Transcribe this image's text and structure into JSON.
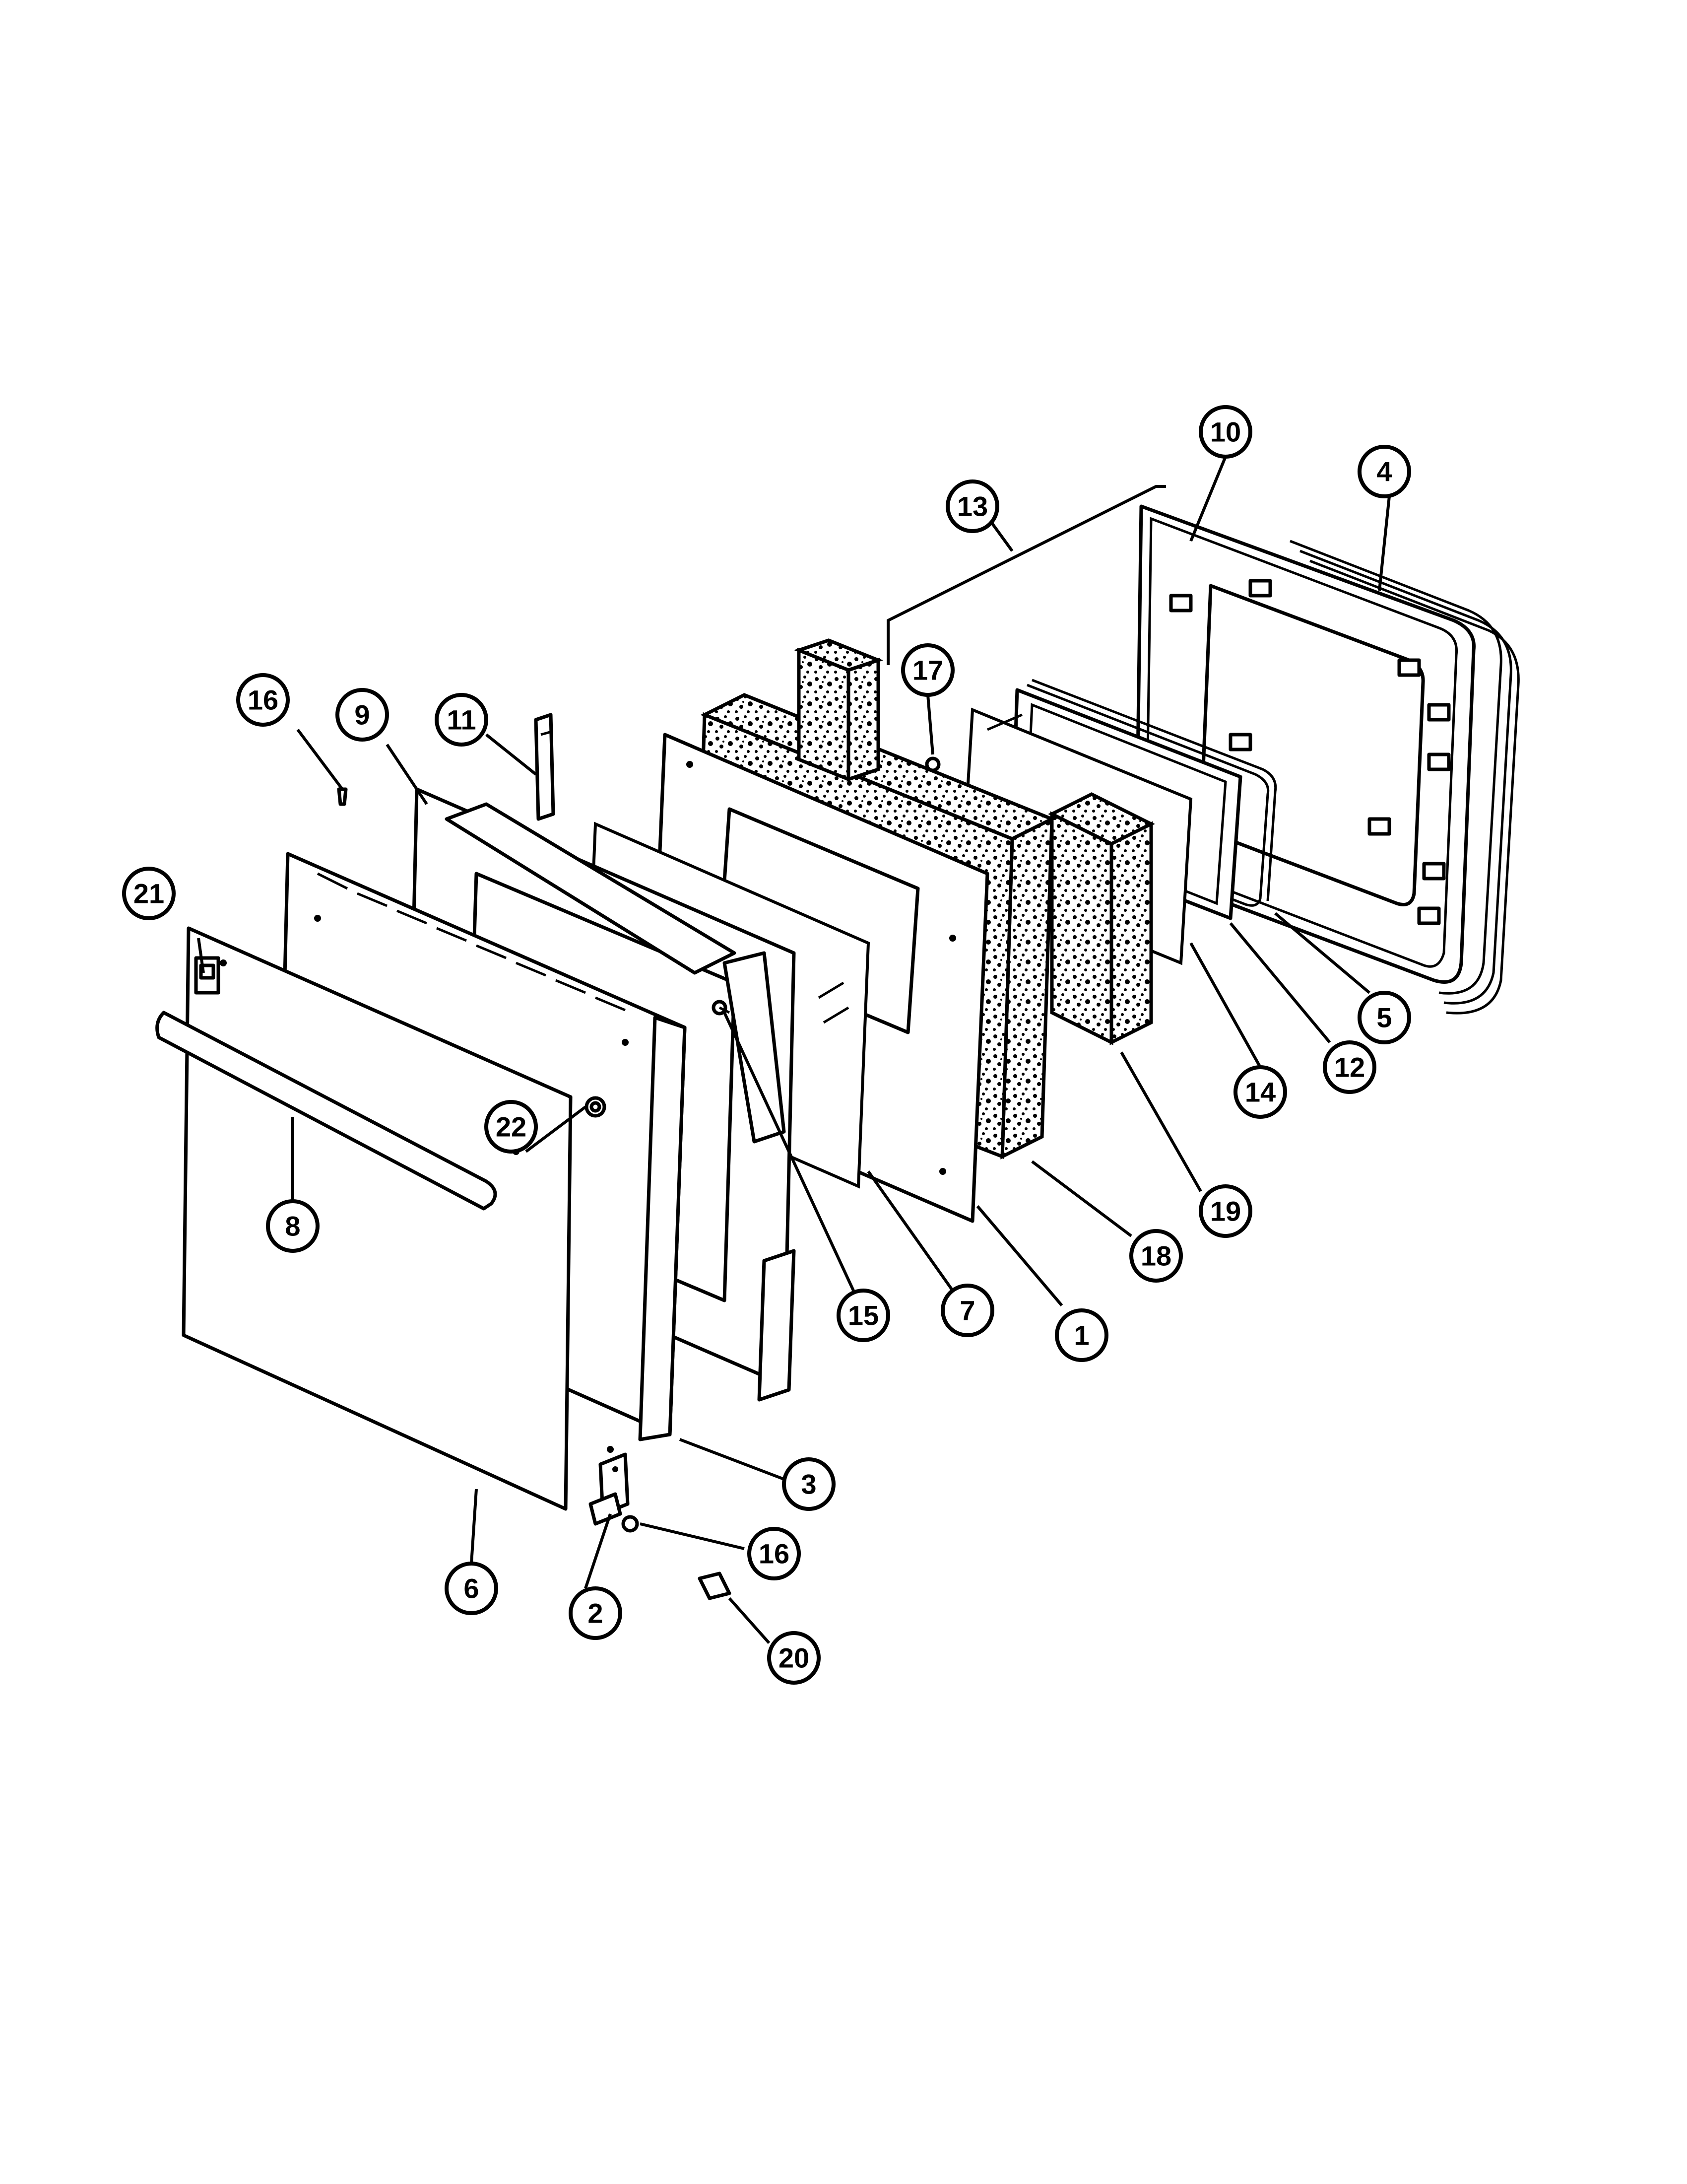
{
  "callouts": [
    {
      "id": "c1",
      "label": "1"
    },
    {
      "id": "c2",
      "label": "2"
    },
    {
      "id": "c3",
      "label": "3"
    },
    {
      "id": "c4",
      "label": "4"
    },
    {
      "id": "c5",
      "label": "5"
    },
    {
      "id": "c6",
      "label": "6"
    },
    {
      "id": "c7",
      "label": "7"
    },
    {
      "id": "c8",
      "label": "8"
    },
    {
      "id": "c9",
      "label": "9"
    },
    {
      "id": "c10",
      "label": "10"
    },
    {
      "id": "c11",
      "label": "11"
    },
    {
      "id": "c12",
      "label": "12"
    },
    {
      "id": "c13",
      "label": "13"
    },
    {
      "id": "c14",
      "label": "14"
    },
    {
      "id": "c15",
      "label": "15"
    },
    {
      "id": "c16a",
      "label": "16"
    },
    {
      "id": "c16b",
      "label": "16"
    },
    {
      "id": "c17",
      "label": "17"
    },
    {
      "id": "c18",
      "label": "18"
    },
    {
      "id": "c19",
      "label": "19"
    },
    {
      "id": "c20",
      "label": "20"
    },
    {
      "id": "c21",
      "label": "21"
    },
    {
      "id": "c22",
      "label": "22"
    }
  ]
}
